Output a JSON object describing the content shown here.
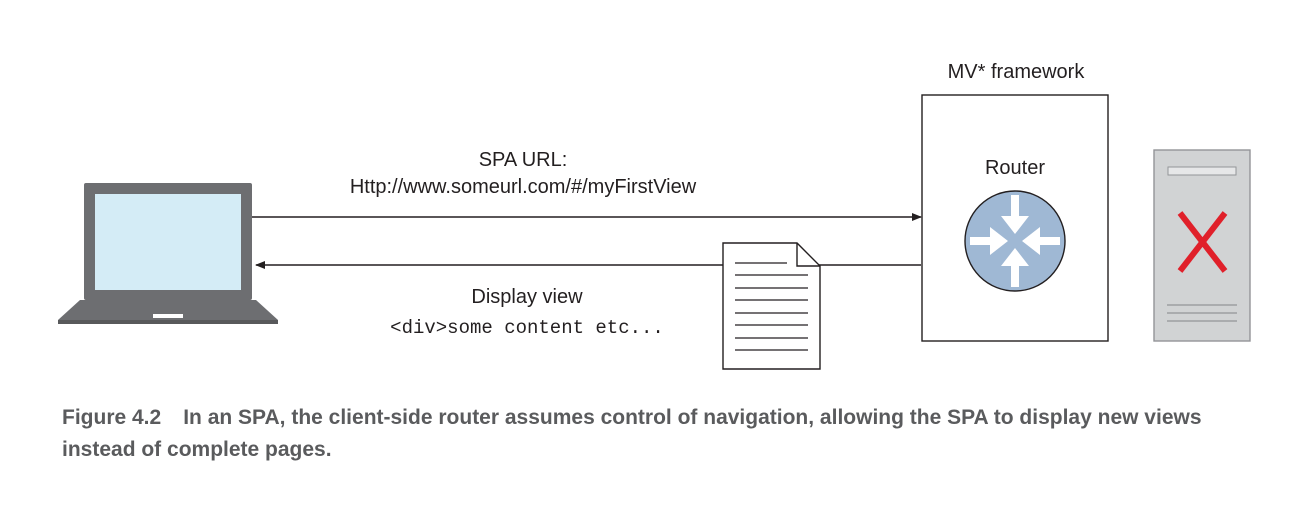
{
  "framework": {
    "title": "MV* framework",
    "router_label": "Router"
  },
  "request": {
    "line1": "SPA URL:",
    "url": "Http://www.someurl.com/#/myFirstView"
  },
  "response": {
    "title": "Display view",
    "code": "<div>some content etc..."
  },
  "icons": {
    "client": "laptop-icon",
    "router": "router-icon",
    "document": "document-icon",
    "server": "server-icon",
    "server_mark": "x-mark-icon"
  },
  "colors": {
    "screen": "#d4ecf6",
    "laptop_body": "#6d6e71",
    "router_fill": "#9fb8d4",
    "server_fill": "#d1d3d4",
    "x_mark": "#e0202a",
    "caption": "#5a5b5d"
  },
  "caption": {
    "number": "Figure 4.2",
    "text": "In an SPA, the client-side router assumes control of navigation, allowing the SPA to display new views instead of complete pages."
  }
}
